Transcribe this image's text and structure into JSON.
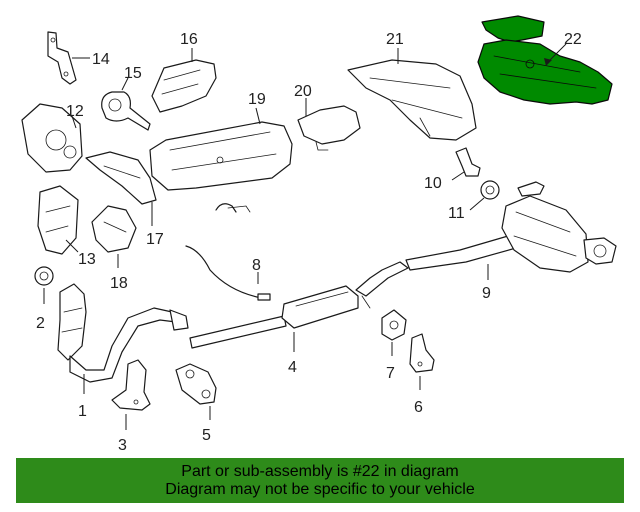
{
  "diagram": {
    "callouts": [
      "1",
      "2",
      "3",
      "4",
      "5",
      "6",
      "7",
      "8",
      "9",
      "10",
      "11",
      "12",
      "13",
      "14",
      "15",
      "16",
      "17",
      "18",
      "19",
      "20",
      "21",
      "22"
    ],
    "highlight_color": "#008a00"
  },
  "banner": {
    "line1": "Part or sub-assembly is #22 in diagram",
    "line2": "Diagram may not be specific to your vehicle",
    "color": "#2e8b1a"
  }
}
